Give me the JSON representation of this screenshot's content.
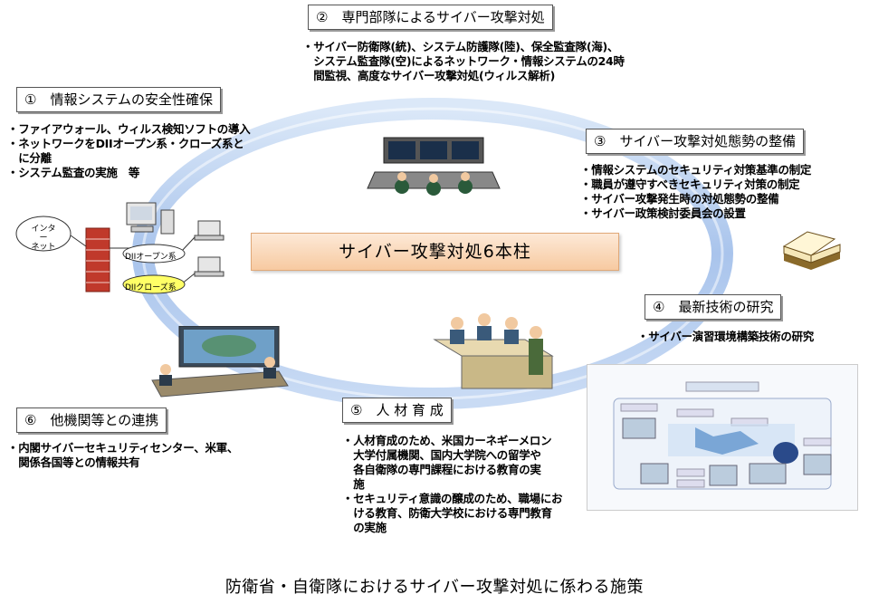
{
  "colors": {
    "ring": "#9cb9e6",
    "center_fill": "#f9d6b6",
    "oval_highlight": "#ffff66"
  },
  "center": {
    "label": "サイバー攻撃対処6本柱"
  },
  "pillars": [
    {
      "title": "①　情報システムの安全性確保",
      "bullets": [
        "・ファイアウォール、ウィルス検知ソフトの導入",
        "・ネットワークをDIIオープン系・クローズ系と",
        "　に分離",
        "・システム監査の実施　等"
      ]
    },
    {
      "title": "②　専門部隊によるサイバー攻撃対処",
      "bullets": [
        "・サイバー防衛隊(統)、システム防護隊(陸)、保全監査隊(海)、",
        "　システム監査隊(空)によるネットワーク・情報システムの24時",
        "　間監視、高度なサイバー攻撃対処(ウィルス解析)"
      ]
    },
    {
      "title": "③　サイバー攻撃対処態勢の整備",
      "bullets": [
        "・情報システムのセキュリティ対策基準の制定",
        "・職員が遵守すべきセキュリティ対策の制定",
        "・サイバー攻撃発生時の対処態勢の整備",
        "・サイバー政策検討委員会の設置"
      ]
    },
    {
      "title": "④　最新技術の研究",
      "bullets": [
        "・サイバー演習環境構築技術の研究"
      ]
    },
    {
      "title": "⑤　人 材 育 成",
      "bullets": [
        "・人材育成のため、米国カーネギーメロン",
        "　大学付属機関、国内大学院への留学や",
        "　各自衛隊の専門課程における教育の実",
        "　施",
        "・セキュリティ意識の醸成のため、職場にお",
        "　ける教育、防衛大学校における専門教育",
        "　の実施"
      ]
    },
    {
      "title": "⑥　他機関等との連携",
      "bullets": [
        "・内閣サイバーセキュリティセンター、米軍、",
        "　関係各国等との情報共有"
      ]
    }
  ],
  "network": {
    "internet": "インター\nネット",
    "dii_open": "DIIオープン系",
    "dii_closed": "DIIクローズ系"
  },
  "footer": "防衛省・自衛隊におけるサイバー攻撃対処に係わる施策"
}
